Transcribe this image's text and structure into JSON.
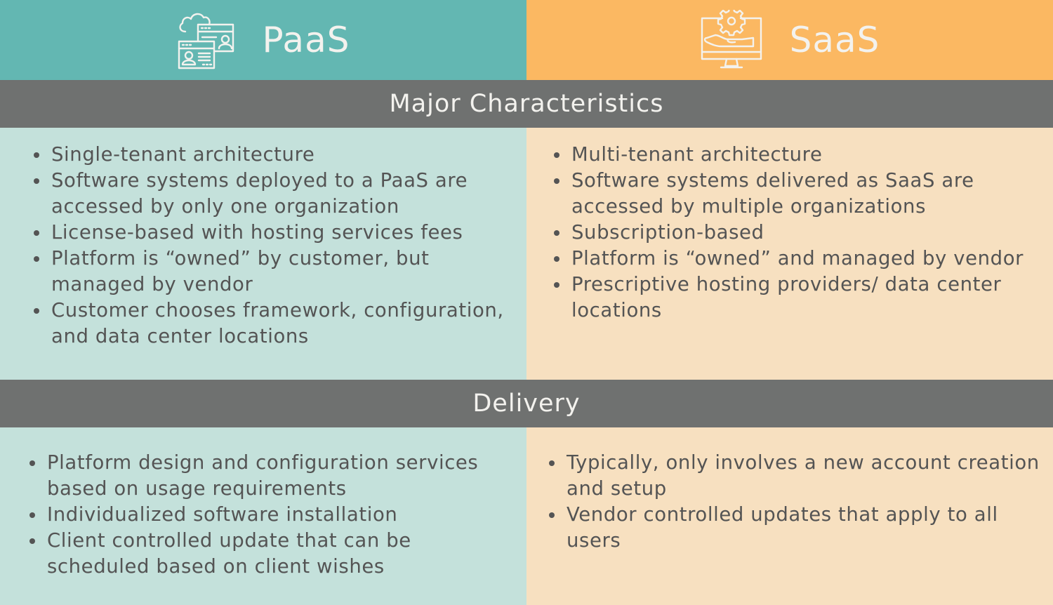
{
  "columns": {
    "paas": {
      "title": "PaaS",
      "icon": "cloud-browser-user-icon",
      "color": "#63b7b2",
      "panel_color": "#c4e1db"
    },
    "saas": {
      "title": "SaaS",
      "icon": "monitor-gear-hand-icon",
      "color": "#fbb862",
      "panel_color": "#f7e0c0"
    }
  },
  "sections": [
    {
      "heading": "Major Characteristics",
      "paas": [
        "Single-tenant architecture",
        "Software systems deployed to a PaaS are accessed by only one organization",
        "License-based with hosting services fees",
        "Platform is “owned” by customer, but managed by vendor",
        "Customer chooses framework, configuration, and data center locations"
      ],
      "saas": [
        "Multi-tenant architecture",
        "Software systems delivered as SaaS are accessed by multiple organizations",
        "Subscription-based",
        "Platform is “owned” and managed by vendor",
        "Prescriptive hosting providers/ data center locations"
      ]
    },
    {
      "heading": "Delivery",
      "paas": [
        "Platform design and configuration services based on usage requirements",
        "Individualized software installation",
        "Client controlled update that can be scheduled based on client wishes"
      ],
      "saas": [
        "Typically, only involves a new account creation and setup",
        "Vendor controlled updates that apply to all users"
      ]
    }
  ],
  "band_color": "#6f7170",
  "text_color": "#545454"
}
